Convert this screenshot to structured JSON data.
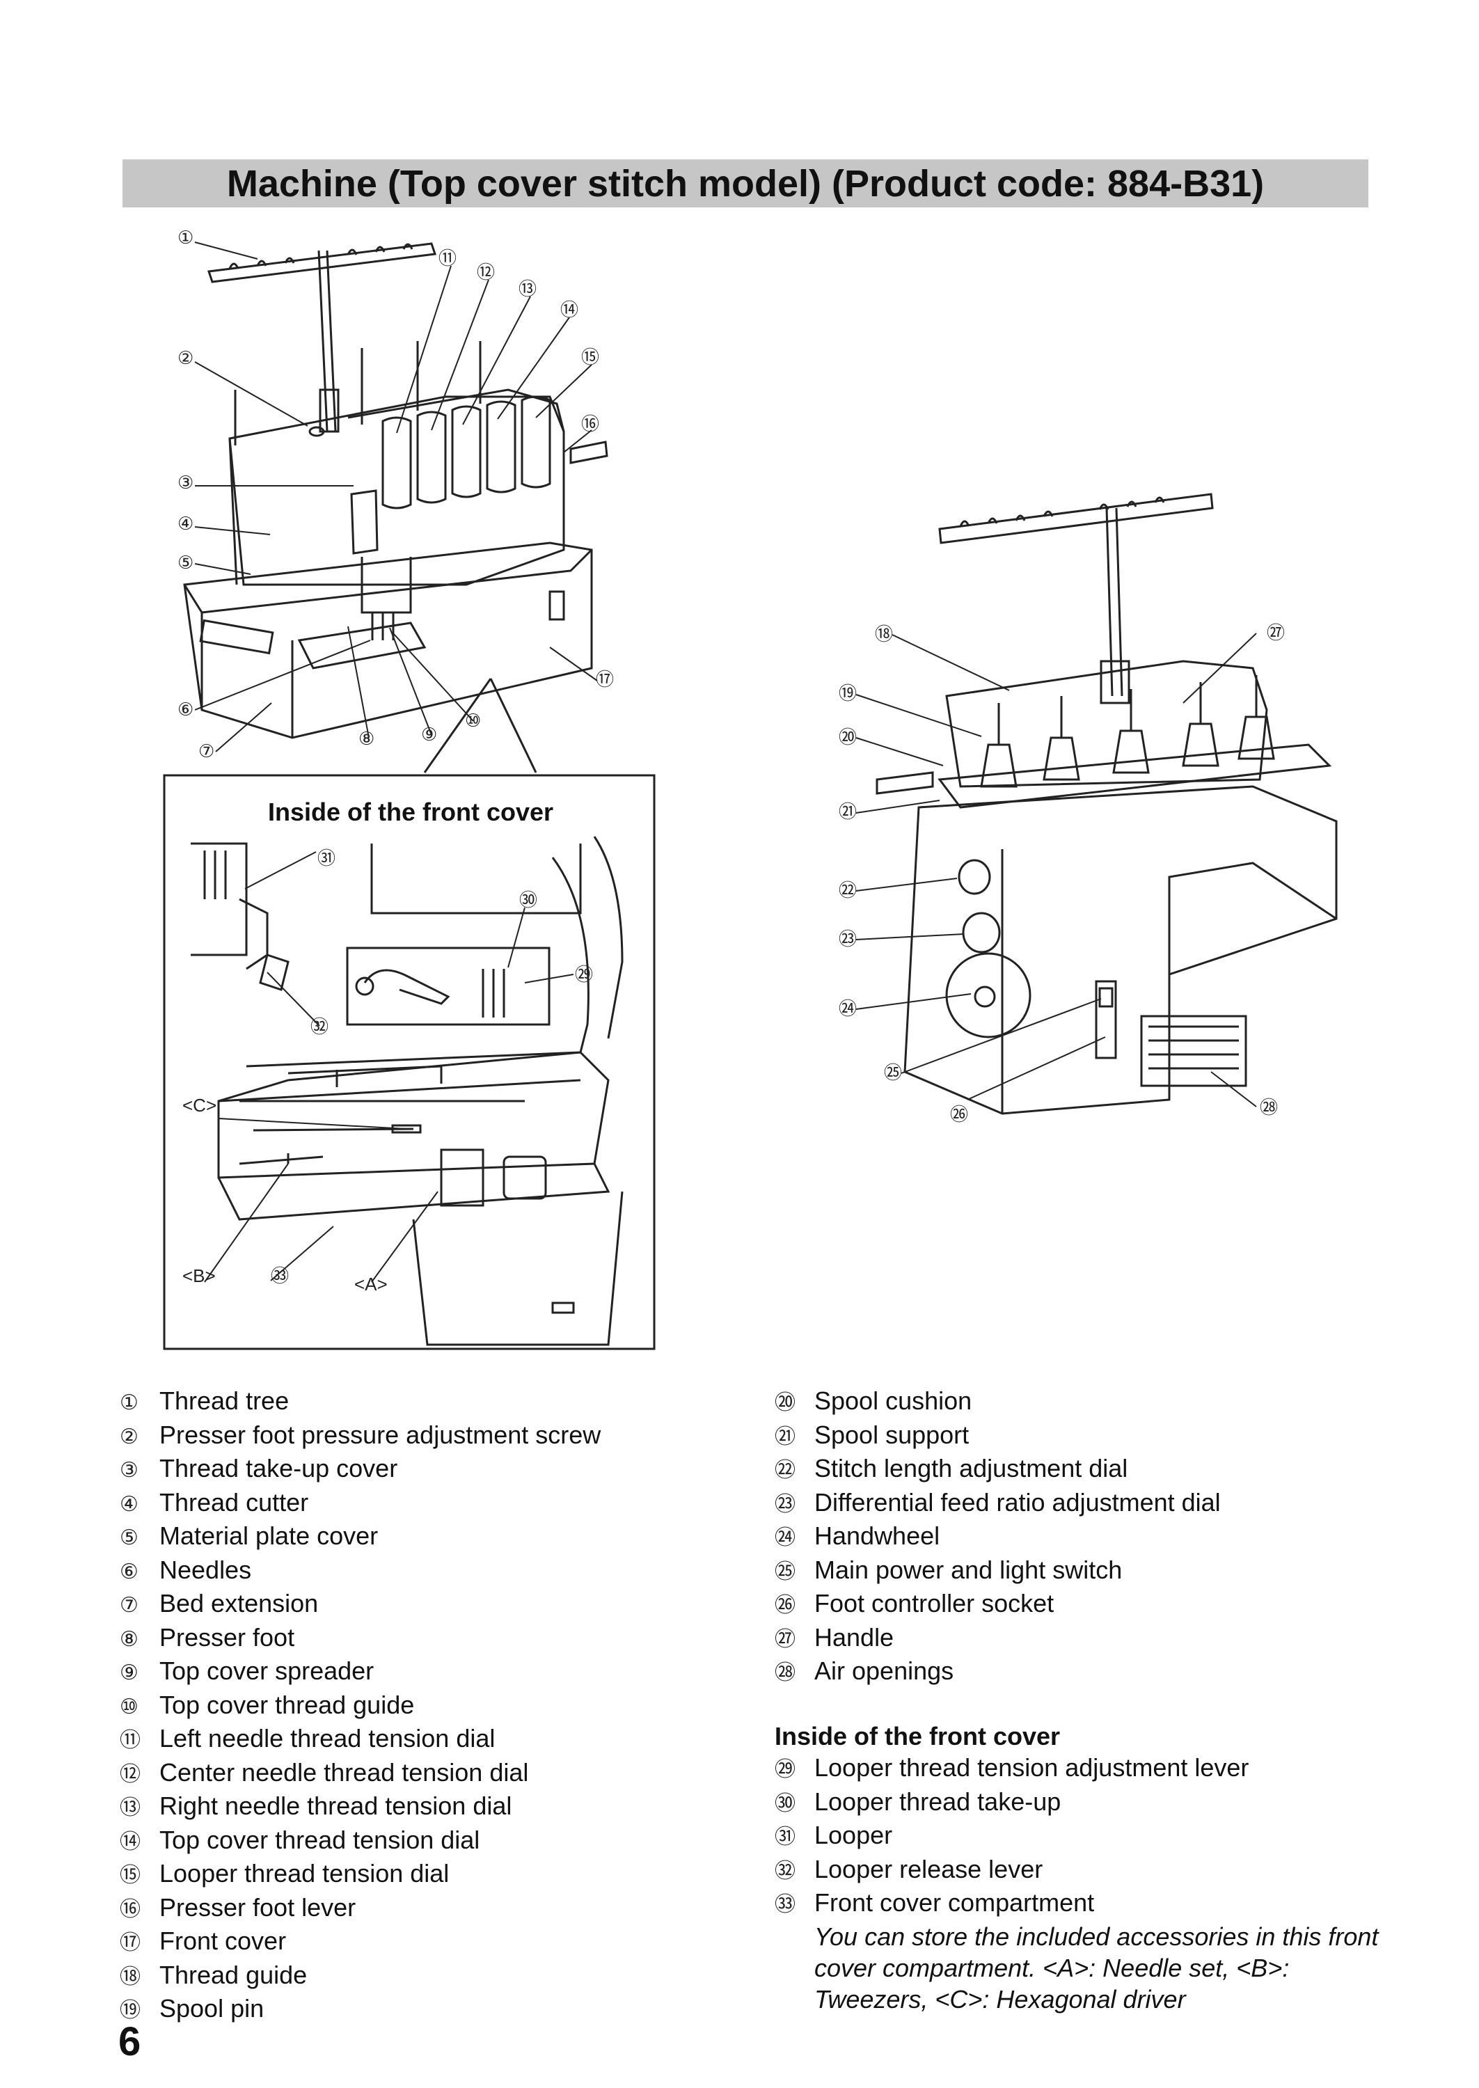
{
  "header": {
    "title": "Machine (Top cover stitch model) (Product code: 884-B31)"
  },
  "figure": {
    "inset_title": "Inside of the front cover",
    "callouts": {
      "c1": "①",
      "c2": "②",
      "c3": "③",
      "c4": "④",
      "c5": "⑤",
      "c6": "⑥",
      "c7": "⑦",
      "c8": "⑧",
      "c9": "⑨",
      "c10": "⑩",
      "c11": "⑪",
      "c12": "⑫",
      "c13": "⑬",
      "c14": "⑭",
      "c15": "⑮",
      "c16": "⑯",
      "c17": "⑰",
      "c18": "⑱",
      "c19": "⑲",
      "c20": "⑳",
      "c21": "㉑",
      "c22": "㉒",
      "c23": "㉓",
      "c24": "㉔",
      "c25": "㉕",
      "c26": "㉖",
      "c27": "㉗",
      "c28": "㉘",
      "c29": "㉙",
      "c30": "㉚",
      "c31": "㉛",
      "c32": "㉜",
      "c33": "㉝"
    },
    "inset_labels": {
      "a": "<A>",
      "b": "<B>",
      "c": "<C>"
    }
  },
  "legend_left": [
    {
      "num": "①",
      "label": "Thread tree"
    },
    {
      "num": "②",
      "label": "Presser foot pressure adjustment screw"
    },
    {
      "num": "③",
      "label": "Thread take-up cover"
    },
    {
      "num": "④",
      "label": "Thread cutter"
    },
    {
      "num": "⑤",
      "label": "Material plate cover"
    },
    {
      "num": "⑥",
      "label": "Needles"
    },
    {
      "num": "⑦",
      "label": "Bed extension"
    },
    {
      "num": "⑧",
      "label": "Presser foot"
    },
    {
      "num": "⑨",
      "label": "Top cover spreader"
    },
    {
      "num": "⑩",
      "label": "Top cover thread guide"
    },
    {
      "num": "⑪",
      "label": "Left needle thread tension dial"
    },
    {
      "num": "⑫",
      "label": "Center needle thread tension dial"
    },
    {
      "num": "⑬",
      "label": "Right needle thread tension dial"
    },
    {
      "num": "⑭",
      "label": "Top cover thread tension dial"
    },
    {
      "num": "⑮",
      "label": "Looper thread tension dial"
    },
    {
      "num": "⑯",
      "label": "Presser foot lever"
    },
    {
      "num": "⑰",
      "label": "Front cover"
    },
    {
      "num": "⑱",
      "label": "Thread guide"
    },
    {
      "num": "⑲",
      "label": "Spool pin"
    }
  ],
  "legend_right": [
    {
      "num": "⑳",
      "label": "Spool cushion"
    },
    {
      "num": "㉑",
      "label": "Spool support"
    },
    {
      "num": "㉒",
      "label": "Stitch length adjustment dial"
    },
    {
      "num": "㉓",
      "label": "Differential feed ratio adjustment dial"
    },
    {
      "num": "㉔",
      "label": "Handwheel"
    },
    {
      "num": "㉕",
      "label": "Main power and light switch"
    },
    {
      "num": "㉖",
      "label": "Foot controller socket"
    },
    {
      "num": "㉗",
      "label": "Handle"
    },
    {
      "num": "㉘",
      "label": "Air openings"
    }
  ],
  "inside_section": {
    "heading": "Inside of the front cover",
    "items": [
      {
        "num": "㉙",
        "label": "Looper thread tension adjustment lever"
      },
      {
        "num": "㉚",
        "label": "Looper thread take-up"
      },
      {
        "num": "㉛",
        "label": "Looper"
      },
      {
        "num": "㉜",
        "label": "Looper release lever"
      },
      {
        "num": "㉝",
        "label": "Front cover compartment"
      }
    ],
    "note": "You can store the included accessories in this front cover compartment. <A>: Needle set, <B>: Tweezers, <C>: Hexagonal driver"
  },
  "page_number": "6"
}
